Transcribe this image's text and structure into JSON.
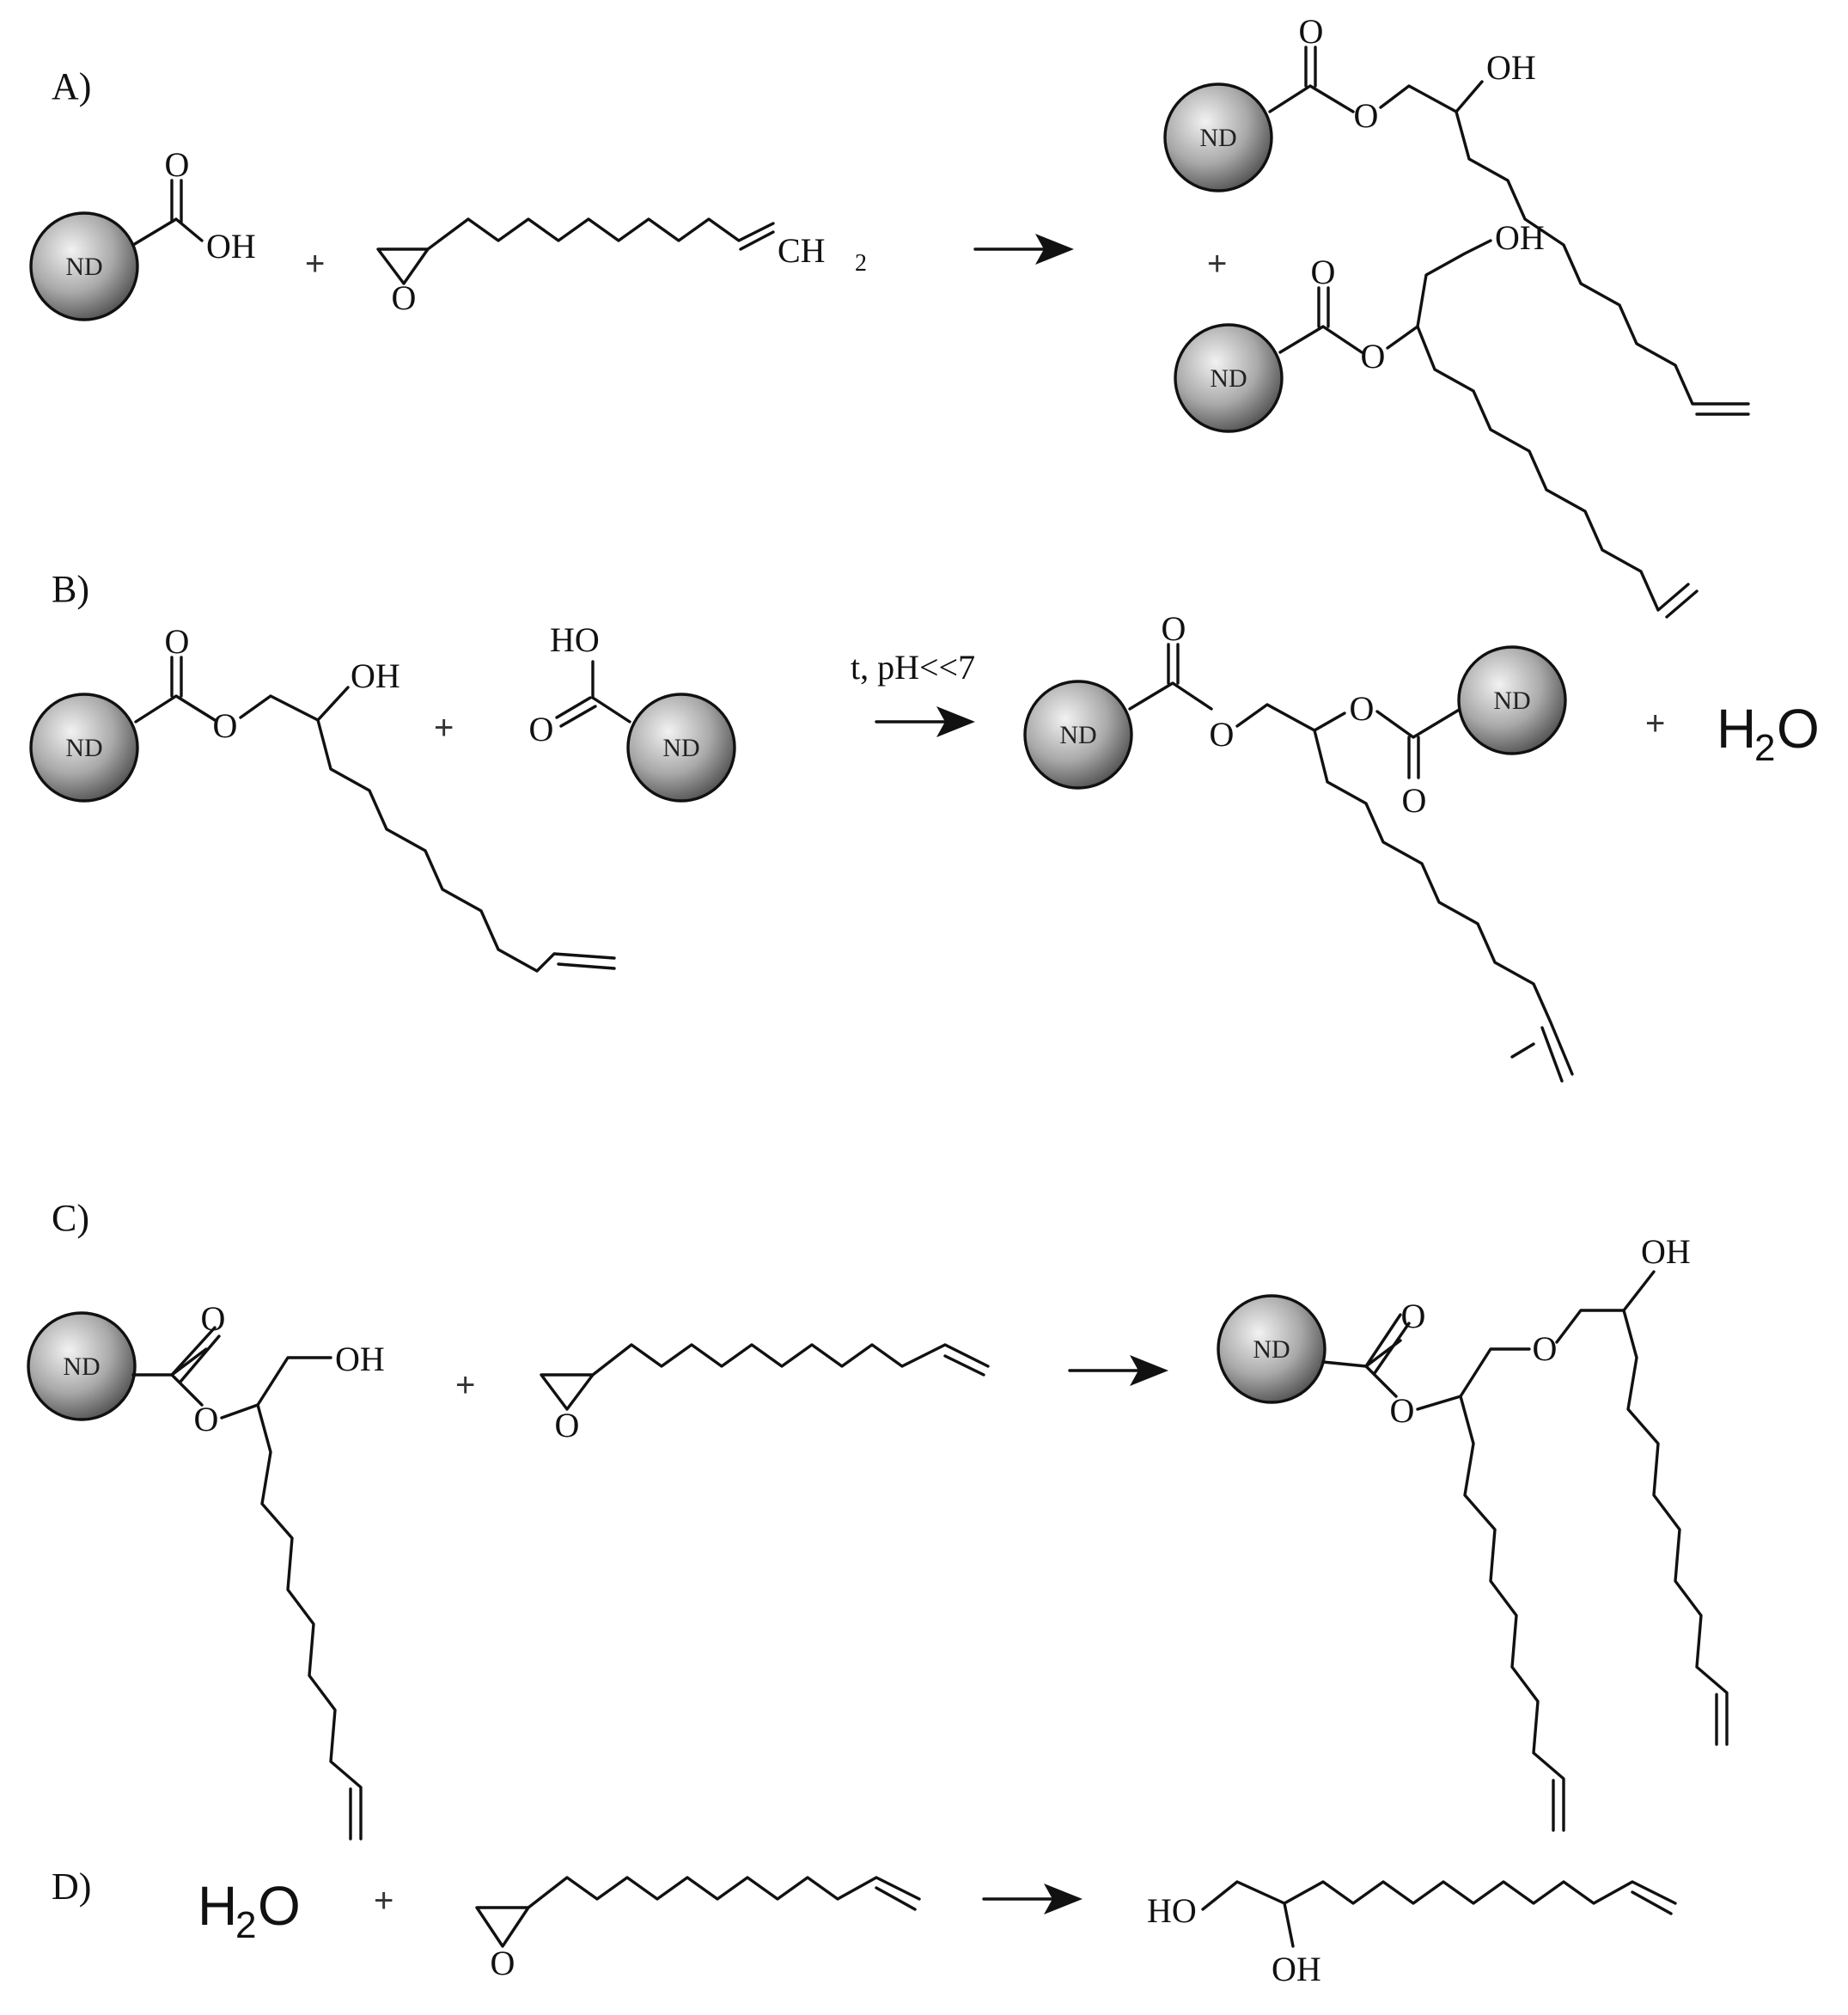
{
  "panels": {
    "a": "A)",
    "b": "B)",
    "c": "C)",
    "d": "D)"
  },
  "nanoparticle_label": "ND",
  "atoms": {
    "oxygen": "O",
    "hydroxyl": "OH",
    "hydroxyl_left": "HO",
    "methylene": "CH",
    "methylene_sub": "2",
    "hydrogen": "H",
    "water_sub": "2"
  },
  "operators": {
    "plus": "+"
  },
  "conditions": {
    "b": "t, pH<<7"
  },
  "colors": {
    "bond": "#111111",
    "sphere_light": "#f2f2f2",
    "sphere_dark": "#4a4a4a"
  }
}
